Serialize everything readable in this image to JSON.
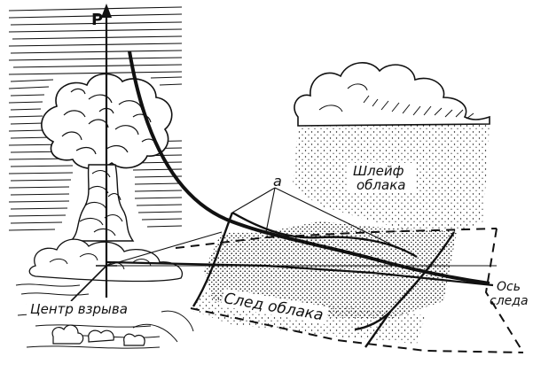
{
  "labels": {
    "axis_p": "P",
    "point_a": "a",
    "plume_line1": "Шлейф",
    "plume_line2": "облака",
    "trace": "След облака",
    "center": "Центр взрыва",
    "axis_line1": "Ось",
    "axis_line2": "следа"
  },
  "colors": {
    "ink": "#111111",
    "paper": "#ffffff"
  }
}
